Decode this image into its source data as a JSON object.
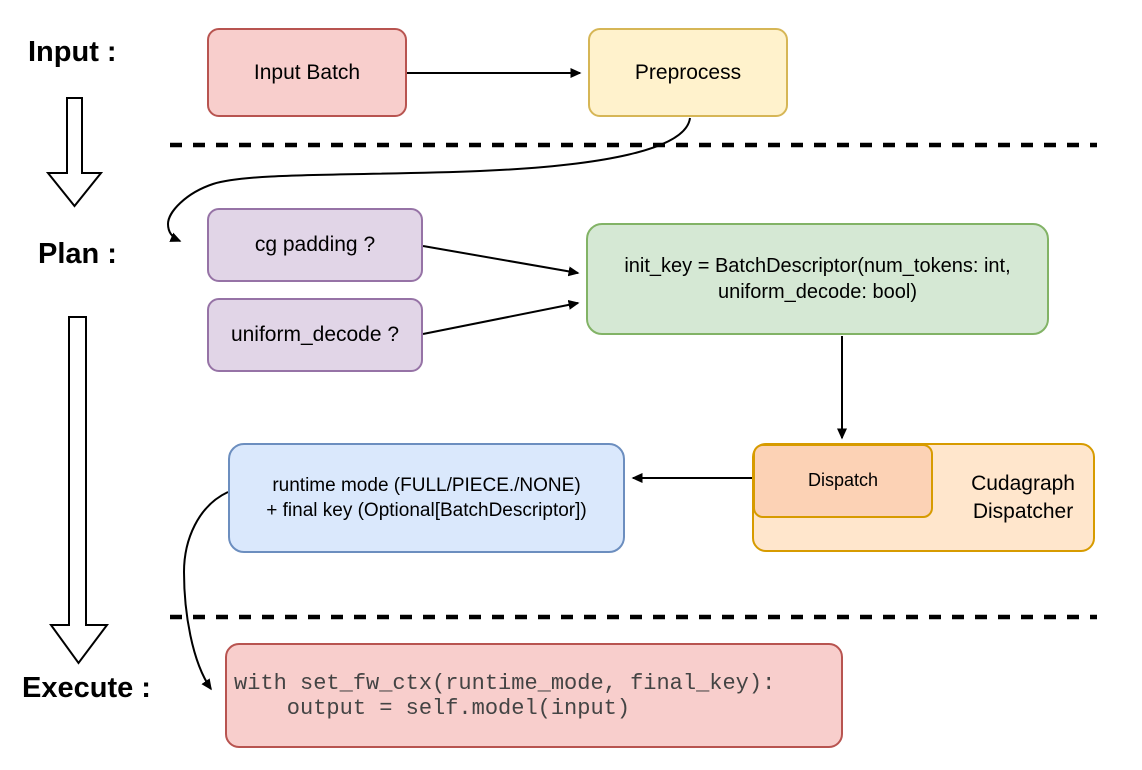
{
  "palette": {
    "red_fill": "#f8cecc",
    "red_stroke": "#b85450",
    "yellow_fill": "#fff2cc",
    "yellow_stroke": "#d6b656",
    "purple_fill": "#e1d5e7",
    "purple_stroke": "#9673a6",
    "green_fill": "#d5e8d4",
    "green_stroke": "#82b366",
    "blue_fill": "#dae8fc",
    "blue_stroke": "#6c8ebf",
    "orange_fill": "#ffe6cc",
    "orange_stroke": "#d79b00",
    "dispatch_fill": "#fcd2b5",
    "line_color": "#000000",
    "code_text_color": "#444444"
  },
  "stages": {
    "input": "Input :",
    "plan": "Plan :",
    "execute": "Execute :"
  },
  "nodes": {
    "input_batch": "Input Batch",
    "preprocess": "Preprocess",
    "cg_padding": "cg padding ?",
    "uniform_decode": "uniform_decode ?",
    "init_key": "init_key = BatchDescriptor(num_tokens: int,\nuniform_decode: bool)",
    "runtime_mode": "runtime mode (FULL/PIECE./NONE)\n+ final key (Optional[BatchDescriptor])",
    "dispatch": "Dispatch",
    "cudagraph_dispatcher": "Cudagraph\nDispatcher",
    "execute_code": "with set_fw_ctx(runtime_mode, final_key):\n    output = self.model(input)"
  }
}
